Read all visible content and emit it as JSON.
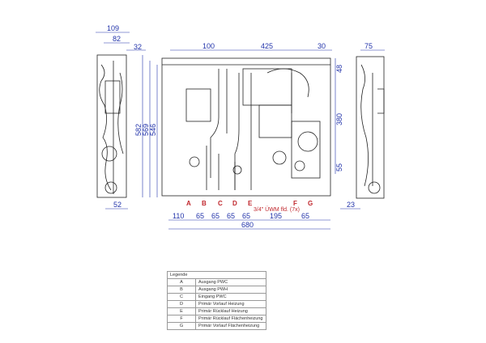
{
  "dimensions": {
    "side_top": [
      "109",
      "82",
      "32"
    ],
    "side_bottom": "52",
    "heights": [
      "582",
      "569",
      "546"
    ],
    "front_top": [
      "100",
      "425",
      "30"
    ],
    "front_right": [
      "48",
      "380",
      "55"
    ],
    "bottom": [
      "110",
      "65",
      "65",
      "65",
      "65",
      "195",
      "65"
    ],
    "total_width": "680",
    "right_top": "75",
    "right_bottom": "23"
  },
  "connection_letters": [
    "A",
    "B",
    "C",
    "D",
    "E",
    "F",
    "G"
  ],
  "connection_note": "3/4\" ÜWM fld. (7x)",
  "legend": {
    "title": "Legende",
    "rows": [
      {
        "key": "A",
        "label": "Ausgang PWC"
      },
      {
        "key": "B",
        "label": "Ausgang PWH"
      },
      {
        "key": "C",
        "label": "Eingang PWC"
      },
      {
        "key": "D",
        "label": "Primär Vorlauf Heizung"
      },
      {
        "key": "E",
        "label": "Primär Rücklauf Heizung"
      },
      {
        "key": "F",
        "label": "Primär Rücklauf Flächenheizung"
      },
      {
        "key": "G",
        "label": "Primär Vorlauf Flächenheizung"
      }
    ]
  },
  "colors": {
    "dimension": "#2233aa",
    "letters": "#c0272d"
  }
}
